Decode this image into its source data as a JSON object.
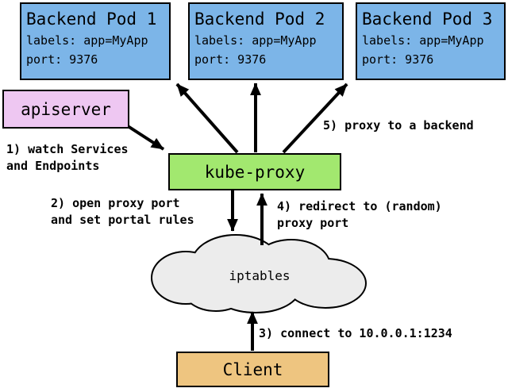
{
  "diagram": {
    "pods": [
      {
        "title": "Backend Pod 1",
        "labels": "labels: app=MyApp",
        "port": "port: 9376"
      },
      {
        "title": "Backend Pod 2",
        "labels": "labels: app=MyApp",
        "port": "port: 9376"
      },
      {
        "title": "Backend Pod 3",
        "labels": "labels: app=MyApp",
        "port": "port: 9376"
      }
    ],
    "apiserver_label": "apiserver",
    "kube_proxy_label": "kube-proxy",
    "iptables_label": "iptables",
    "client_label": "Client",
    "notes": {
      "note1_line1": "1) watch Services",
      "note1_line2": "and Endpoints",
      "note2_line1": "2) open proxy port",
      "note2_line2": "and set portal rules",
      "note3": "3) connect to 10.0.0.1:1234",
      "note4_line1": "4) redirect to (random)",
      "note4_line2": "proxy port",
      "note5": "5) proxy to a backend"
    },
    "colors": {
      "pod_fill": "#7CB5E8",
      "apiserver_fill": "#EEC7F2",
      "kube_proxy_fill": "#A2E86F",
      "cloud_fill": "#ECECEC",
      "client_fill": "#EEC580",
      "outline": "#000000"
    }
  }
}
